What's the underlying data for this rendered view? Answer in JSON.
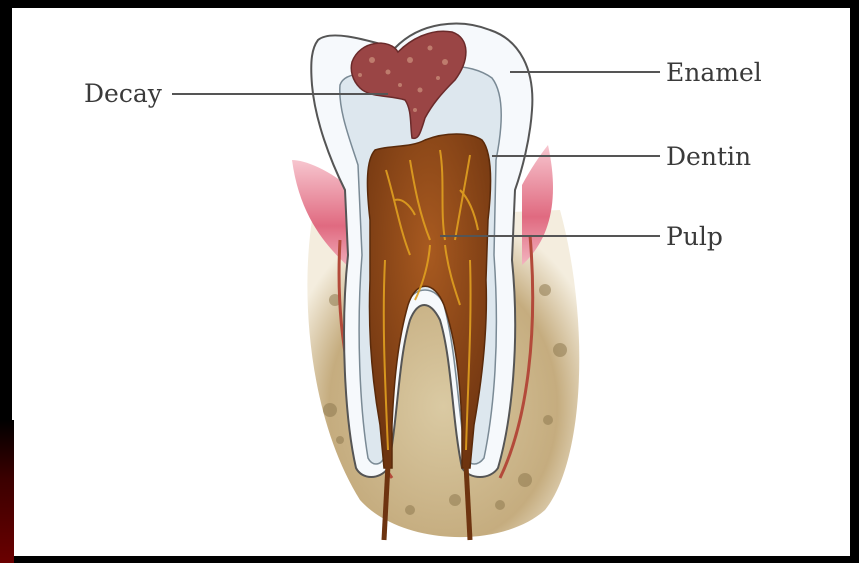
{
  "diagram": {
    "labels": {
      "decay": "Decay",
      "enamel": "Enamel",
      "dentin": "Dentin",
      "pulp": "Pulp"
    },
    "colors": {
      "enamel": "#f4f8fb",
      "dentin": "#dfe9ef",
      "pulp": "#8c4a1a",
      "pulp_vessels": "#e0a020",
      "decay": "#8a3a3a",
      "gum": "#e8889a",
      "bone": "#c9b48a",
      "nerve_outline": "#b34a3a",
      "background": "#ffffff"
    }
  }
}
